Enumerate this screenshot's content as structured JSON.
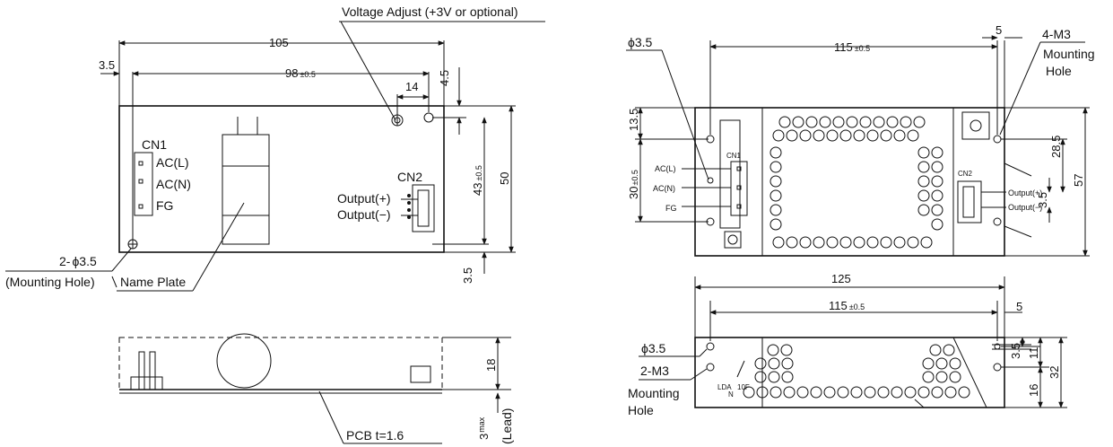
{
  "colors": {
    "ink": "#111111",
    "background": "#ffffff"
  },
  "left_top": {
    "voltage_adjust": "Voltage Adjust (+3V or optional)",
    "dim_105": "105",
    "dim_3_5_left": "3.5",
    "dim_98": "98",
    "tol_98": "±0.5",
    "dim_14": "14",
    "dim_4_5": "4.5",
    "cn1": "CN1",
    "acl": "AC(L)",
    "acn": "AC(N)",
    "fg": "FG",
    "cn2": "CN2",
    "out_plus": "Output(+)",
    "out_minus": "Output(−)",
    "dim_43": "43",
    "tol_43": "±0.5",
    "dim_50": "50",
    "dim_3_5_bottom": "3.5",
    "hole_count": "2-",
    "hole_dia": "ϕ3.5",
    "mounting_hole": "(Mounting Hole)",
    "name_plate": "Name Plate"
  },
  "left_side": {
    "dim_18": "18",
    "dim_3": "3",
    "max": "max",
    "lead": "(Lead)",
    "pcb": "PCB t=1.6"
  },
  "right_top": {
    "phi": "ϕ3.5",
    "dim_115": "115",
    "tol_115": "±0.5",
    "dim_5": "5",
    "m3": "4-M3",
    "mounting": "Mounting",
    "hole": "Hole",
    "dim_13_5": "13.5",
    "dim_30": "30",
    "tol_30": "±0.5",
    "acl": "AC(L)",
    "acn": "AC(N)",
    "fg": "FG",
    "cn1": "CN1",
    "cn2": "CN2",
    "out_plus": "Output(+)",
    "out_minus": "Output(−)",
    "dim_28_5": "28.5",
    "dim_57": "57",
    "dim_3_5": "3.5"
  },
  "right_side": {
    "dim_125": "125",
    "dim_115": "115",
    "tol_115": "±0.5",
    "dim_5": "5",
    "phi": "ϕ3.5",
    "m3": "2-M3",
    "mounting": "Mounting",
    "hole": "Hole",
    "dim_3_5": "3.5",
    "dim_11": "11",
    "dim_32": "32",
    "dim_16": "16",
    "lda": "LDA",
    "n": "N",
    "lof": "10F"
  }
}
